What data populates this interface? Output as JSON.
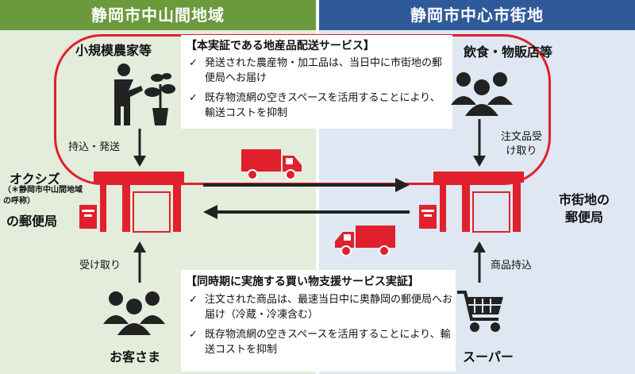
{
  "header": {
    "left_title": "静岡市中山間地域",
    "right_title": "静岡市中心市街地"
  },
  "top_box": {
    "title": "【本実証である地産品配送サービス】",
    "bullets": [
      "発送された農産物・加工品は、当日中に市街地の郵便局へお届け",
      "既存物流網の空きスペースを活用することにより、輸送コストを抑制"
    ]
  },
  "bottom_box": {
    "title": "【同時期に実施する買い物支援サービス実証】",
    "bullets": [
      "注文された商品は、最速当日中に奥静岡の郵便局へお届け（冷蔵・冷凍含む）",
      "既存物流網の空きスペースを活用することにより、輸送コストを抑制"
    ]
  },
  "nodes": {
    "farmer": "小規模農家等",
    "restaurant": "飲食・物販店等",
    "rural_post_name": "オクシズ",
    "rural_post_note": "（＊静岡市中山間地域の呼称）",
    "rural_post_suffix": "の郵便局",
    "city_post_line1": "市街地の",
    "city_post_line2": "郵便局",
    "customer": "お客さま",
    "supermarket": "スーパー"
  },
  "flows": {
    "ship": "持込・発送",
    "receive_order": "注文品受け取り",
    "pickup": "受け取り",
    "bring_goods": "商品持込"
  },
  "colors": {
    "rural": "#6a9a3c",
    "city": "#2f5a99",
    "accent_red": "#e0202c",
    "icon_dark": "#222222"
  }
}
